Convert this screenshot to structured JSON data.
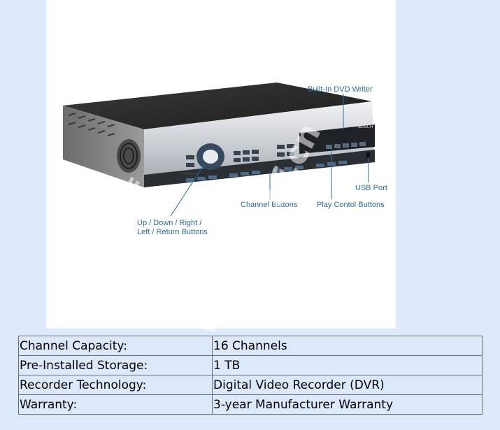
{
  "callouts": {
    "dvd": "Built-In DVD Writer",
    "usb": "USB Port",
    "channel": "Channel Buttons",
    "play": "Play Contol Buttons",
    "nav_line1": "Up / Down / Right /",
    "nav_line2": "Left / Return Buttons"
  },
  "device": {
    "brand": "BOSCH",
    "series": "600 Series"
  },
  "watermark": {
    "a": "ai-af",
    "b": "www.ai-af.cn"
  },
  "specs": [
    {
      "label": "Channel Capacity:",
      "value": "16 Channels"
    },
    {
      "label": "Pre-Installed Storage:",
      "value": "1 TB"
    },
    {
      "label": "Recorder Technology:",
      "value": "Digital Video Recorder (DVR)"
    },
    {
      "label": "Warranty:",
      "value": "3-year Manufacturer Warranty"
    }
  ],
  "colors": {
    "background": "#dce9fb",
    "callout_text": "#2d6e9c",
    "table_border": "#6b6b6b"
  }
}
